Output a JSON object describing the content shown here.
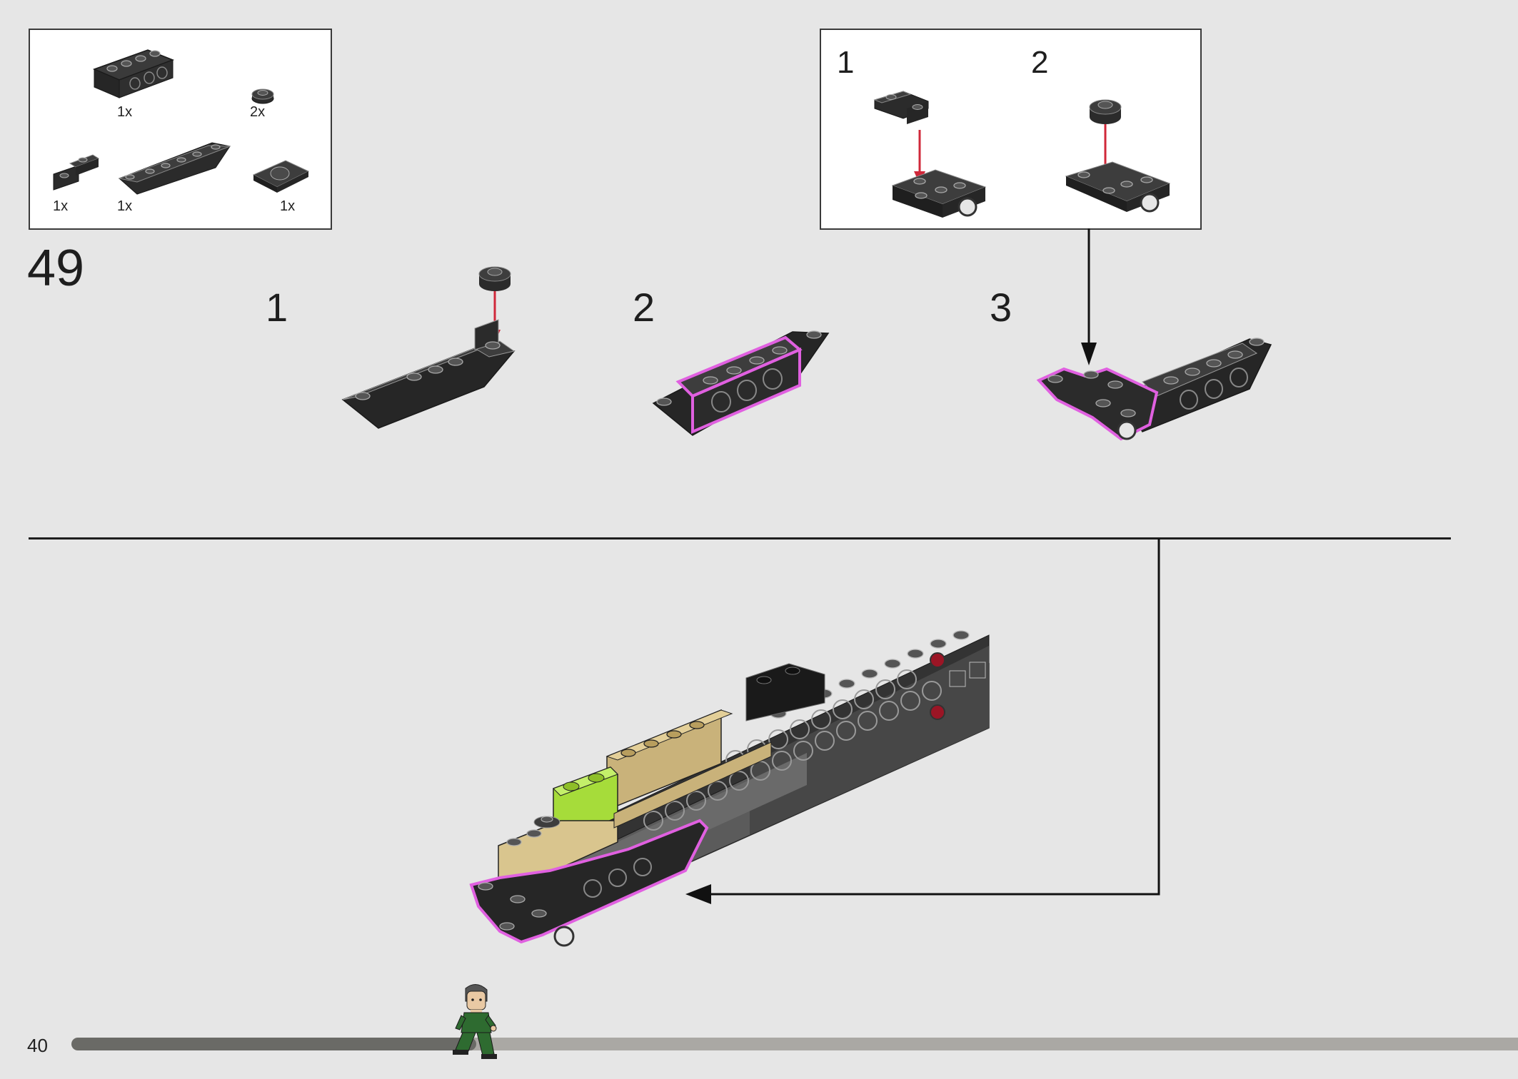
{
  "page": {
    "page_number": "40",
    "progress": 0.28
  },
  "step": {
    "number": "49"
  },
  "parts_list": [
    {
      "part": "technic-brick-1x4",
      "qty": "1x"
    },
    {
      "part": "round-plate-1x1",
      "qty": "2x"
    },
    {
      "part": "bracket-1x2",
      "qty": "1x"
    },
    {
      "part": "inverted-slope-plate-1x6",
      "qty": "1x"
    },
    {
      "part": "plate-2x2-with-pin-hole",
      "qty": "1x"
    }
  ],
  "sub_steps": [
    {
      "number": "1"
    },
    {
      "number": "2"
    },
    {
      "number": "3"
    }
  ],
  "callout": {
    "steps": [
      {
        "number": "1"
      },
      {
        "number": "2"
      }
    ]
  },
  "colors": {
    "background": "#e6e6e6",
    "brick_dark": "#2b2b2b",
    "highlight": "#e060e0",
    "arrow_red": "#d0283a",
    "tan": "#d9c58e",
    "lime": "#a6dc3a",
    "progress_done": "#6a6a66",
    "progress_rest": "#aaa8a4"
  }
}
